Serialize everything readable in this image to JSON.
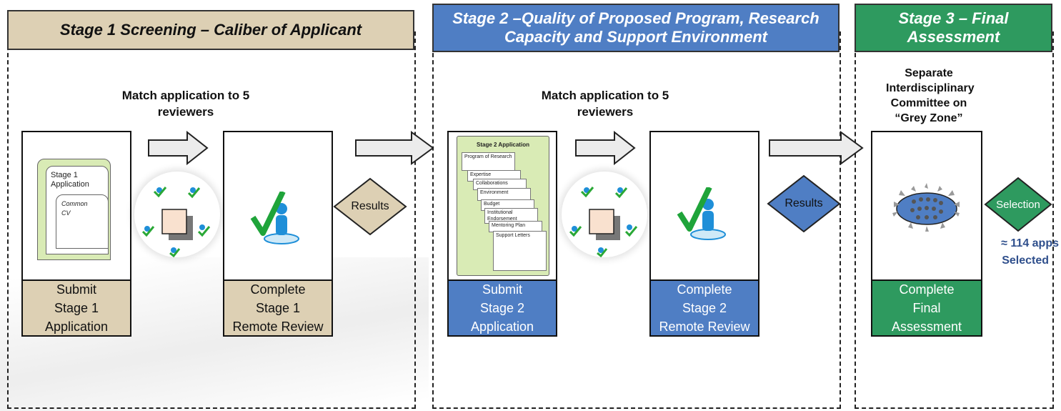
{
  "stages": [
    {
      "title": "Stage 1 Screening – Caliber of Applicant"
    },
    {
      "title": "Stage 2 –Quality of Proposed Program, Research Capacity and Support Environment"
    },
    {
      "title": "Stage 3 – Final Assessment"
    }
  ],
  "match_label": "Match application to 5 reviewers",
  "stage1": {
    "submit_label": "Submit\nStage 1\nApplication",
    "review_label": "Complete\nStage 1\nRemote Review",
    "doc_title": "Stage 1 Application",
    "doc_sub": "Common CV",
    "results": "Results"
  },
  "stage2": {
    "submit_label": "Submit\nStage 2\nApplication",
    "review_label": "Complete\nStage 2\nRemote Review",
    "doc_title": "Stage 2 Application",
    "doc_tabs": [
      "Program of Research",
      "Expertise",
      "Collaborations",
      "Environment",
      "Budget",
      "Institutional Endorsement",
      "Mentoring Plan",
      "Support Letters"
    ],
    "results": "Results"
  },
  "stage3": {
    "committee": "Separate Interdisciplinary Committee on “Grey Zone”",
    "label": "Complete\nFinal\nAssessment",
    "selection": "Selection",
    "selected_count": "≈ 114 apps",
    "selected_word": "Selected"
  },
  "colors": {
    "stage1": "#ddd0b4",
    "stage2": "#4f7ec4",
    "stage3": "#2e9a5f",
    "arrow": "#ececec"
  }
}
